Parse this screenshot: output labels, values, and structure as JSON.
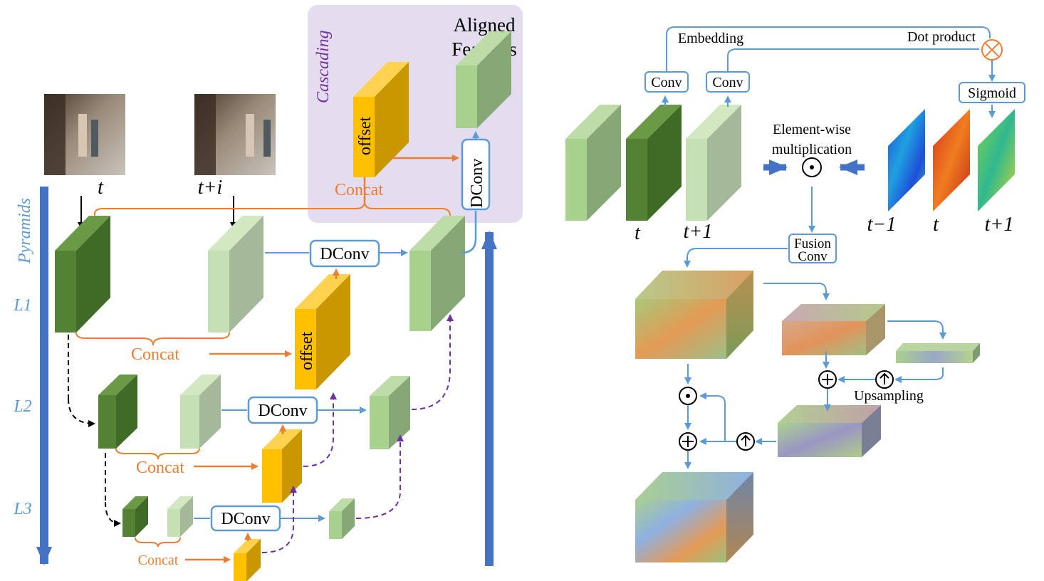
{
  "left_panel": {
    "frame_labels": {
      "t": "t",
      "t_plus_i": "t+i"
    },
    "cascading_label": "Cascading",
    "aligned_features_line1": "Aligned",
    "aligned_features_line2": "Features",
    "pyramids_label": "Pyramids",
    "levels": [
      "L1",
      "L2",
      "L3"
    ],
    "offset_label": "offset",
    "concat_label": "Concat",
    "dconv_label": "DConv"
  },
  "right_panel": {
    "embedding_label": "Embedding",
    "dot_product_label": "Dot product",
    "conv_label": "Conv",
    "sigmoid_label": "Sigmoid",
    "elementwise_line1": "Element-wise",
    "elementwise_line2": "multiplication",
    "feature_time_labels": [
      "t",
      "t+1"
    ],
    "map_time_labels": [
      "t−1",
      "t",
      "t+1"
    ],
    "fusion_line1": "Fusion",
    "fusion_line2": "Conv",
    "upsampling_label": "Upsampling"
  },
  "colors": {
    "dark_green": "#548235",
    "light_green": "#a9d18e",
    "pale_green": "#c5e0b4",
    "offset_yellow": "#ffc000",
    "arrow_blue": "#5b9bd5",
    "arrow_orange": "#ed7d31",
    "arrow_purple": "#7030a0",
    "cascade_bg": "#e4dcef",
    "pyramid_blue": "#4472c4"
  }
}
